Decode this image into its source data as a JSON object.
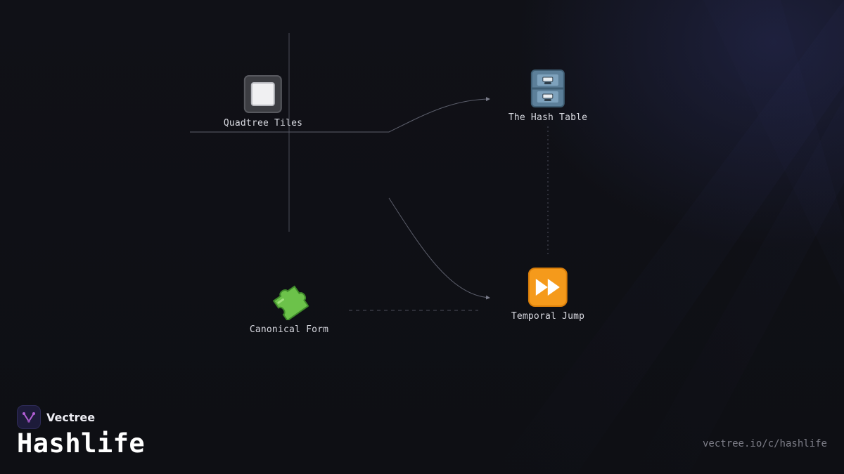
{
  "brand": {
    "name": "Vectree",
    "accent": "#b35fd6",
    "logo_bg": "#1d1b3a"
  },
  "title": "Hashlife",
  "url": "vectree.io/c/hashlife",
  "nodes": [
    {
      "id": "quadtree",
      "label": "Quadtree Tiles",
      "icon": "square-tile-icon"
    },
    {
      "id": "hash",
      "label": "The Hash Table",
      "icon": "file-cabinet-icon"
    },
    {
      "id": "canonical",
      "label": "Canonical Form",
      "icon": "puzzle-piece-icon"
    },
    {
      "id": "jump",
      "label": "Temporal Jump",
      "icon": "fast-forward-icon"
    }
  ],
  "edges": [
    {
      "from": "quadtree",
      "to": "hash",
      "style": "solid-arrow"
    },
    {
      "from": "quadtree",
      "to": "jump",
      "style": "solid-arrow"
    },
    {
      "from": "hash",
      "to": "jump",
      "style": "dotted"
    },
    {
      "from": "canonical",
      "to": "jump",
      "style": "dashed"
    }
  ],
  "colors": {
    "background": "#0f1016",
    "edge": "#5c5e6b",
    "label": "#d8d9e0",
    "url": "#7d7e88"
  }
}
